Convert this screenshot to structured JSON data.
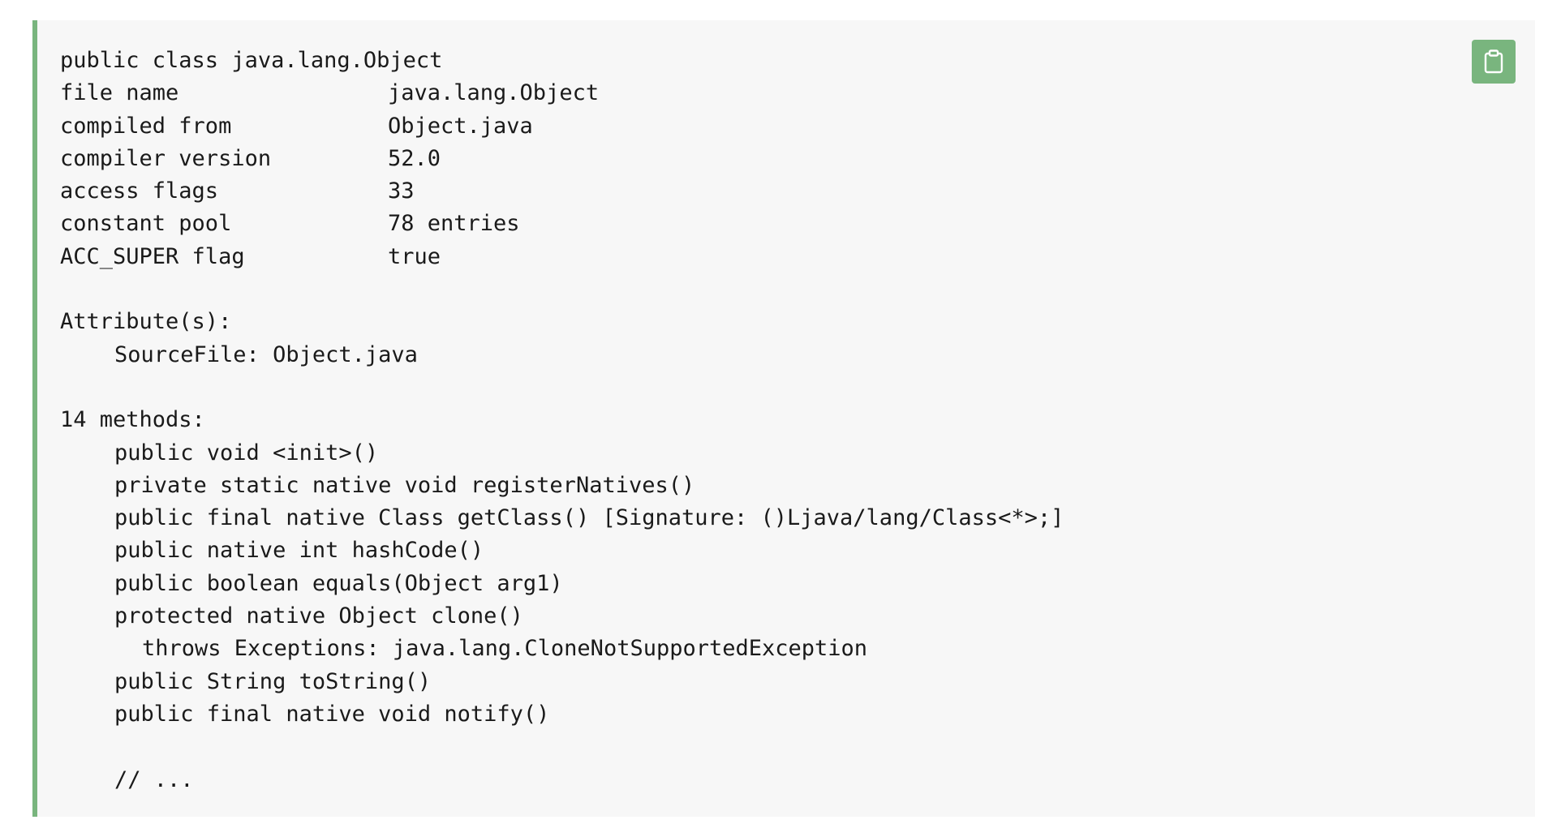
{
  "copy_button": {
    "icon": "clipboard-icon",
    "color": "#79b57e"
  },
  "header_line": "public class java.lang.Object",
  "properties": [
    {
      "key": "file name",
      "value": "java.lang.Object"
    },
    {
      "key": "compiled from",
      "value": "Object.java"
    },
    {
      "key": "compiler version",
      "value": "52.0"
    },
    {
      "key": "access flags",
      "value": "33"
    },
    {
      "key": "constant pool",
      "value": "78 entries"
    },
    {
      "key": "ACC_SUPER flag",
      "value": "true"
    }
  ],
  "attributes": {
    "heading": "Attribute(s):",
    "items": [
      "SourceFile: Object.java"
    ]
  },
  "methods": {
    "heading": "14 methods:",
    "lines": [
      "public void <init>()",
      "private static native void registerNatives()",
      "public final native Class getClass() [Signature: ()Ljava/lang/Class<*>;]",
      "public native int hashCode()",
      "public boolean equals(Object arg1)",
      "protected native Object clone()",
      "throws Exceptions: java.lang.CloneNotSupportedException",
      "public String toString()",
      "public final native void notify()"
    ],
    "ellipsis": "// ..."
  }
}
